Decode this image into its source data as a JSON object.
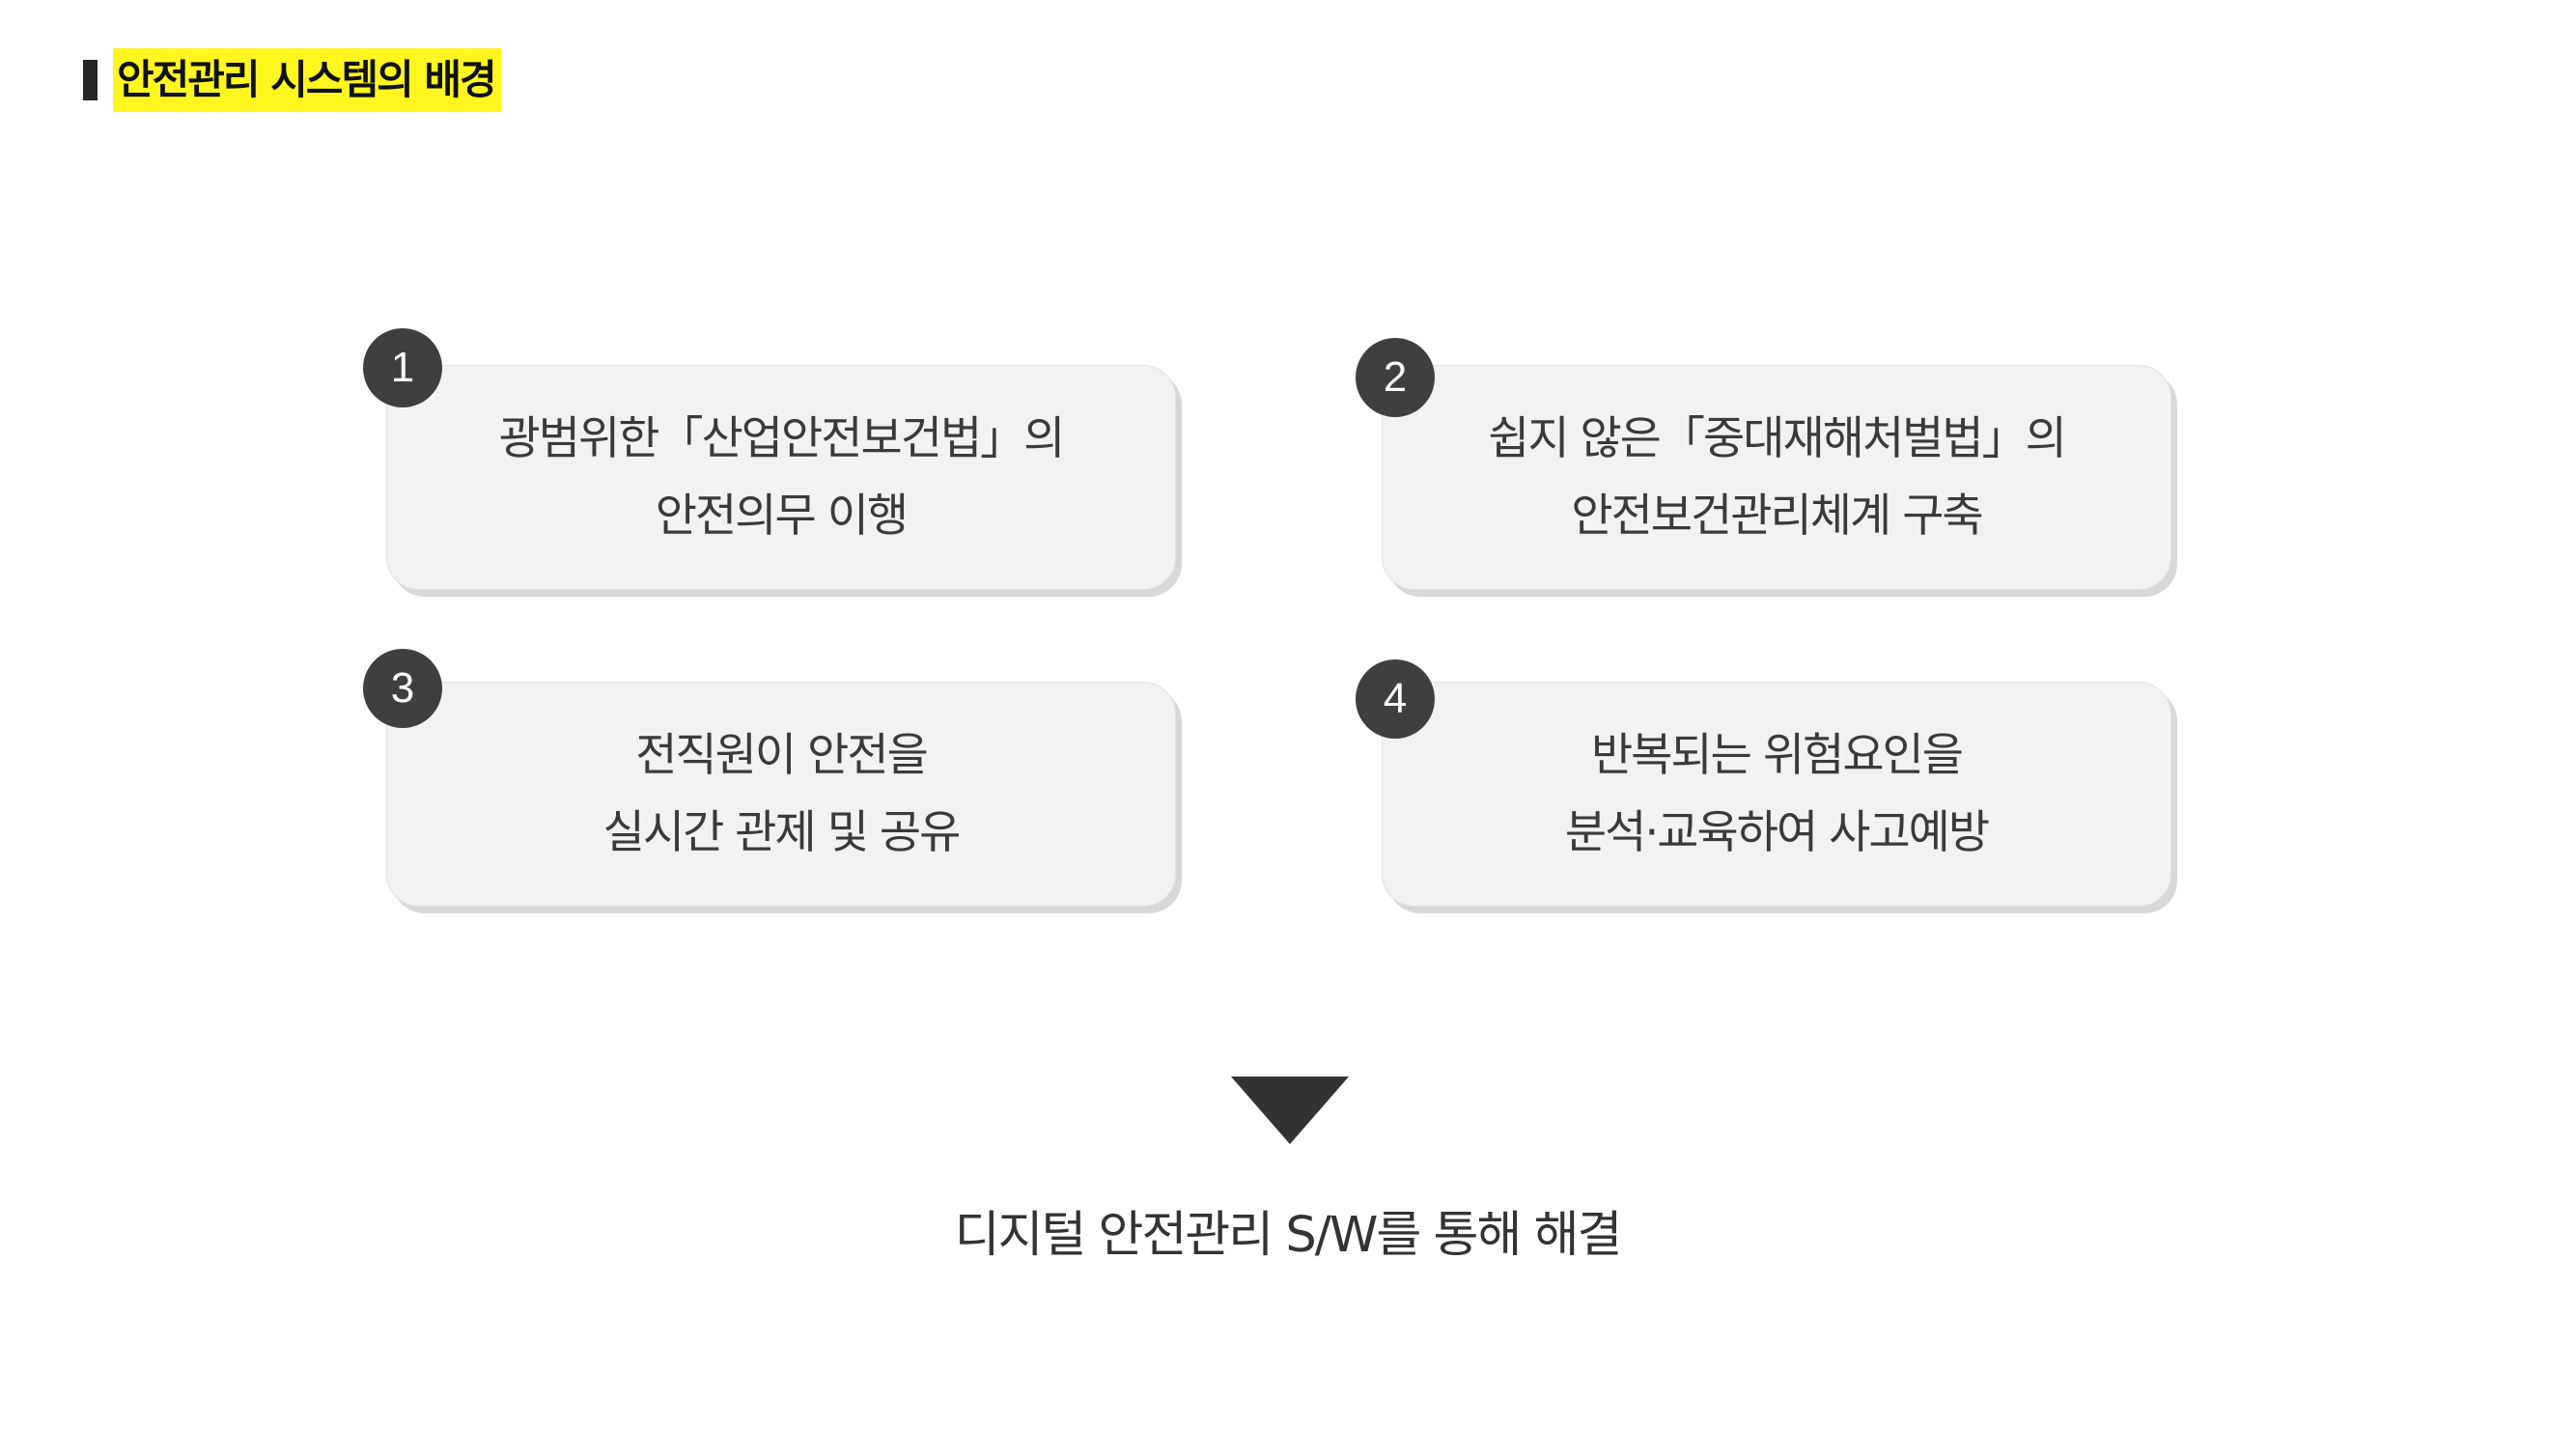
{
  "header": {
    "title": "안전관리 시스템의 배경"
  },
  "colors": {
    "title_highlight": "#fff61f",
    "card_background": "#f2f2f2",
    "badge_background": "#3f3f3f",
    "text": "#333333"
  },
  "cards": [
    {
      "number": "1",
      "line1": "광범위한「산업안전보건법」의",
      "line2": "안전의무 이행"
    },
    {
      "number": "2",
      "line1": "쉽지 않은「중대재해처벌법」의",
      "line2": "안전보건관리체계 구축"
    },
    {
      "number": "3",
      "line1": "전직원이 안전을",
      "line2": "실시간 관제 및 공유"
    },
    {
      "number": "4",
      "line1": "반복되는 위험요인을",
      "line2": "분석·교육하여 사고예방"
    }
  ],
  "arrow_icon": "down-triangle-icon",
  "conclusion": "디지털 안전관리 S/W를 통해 해결"
}
